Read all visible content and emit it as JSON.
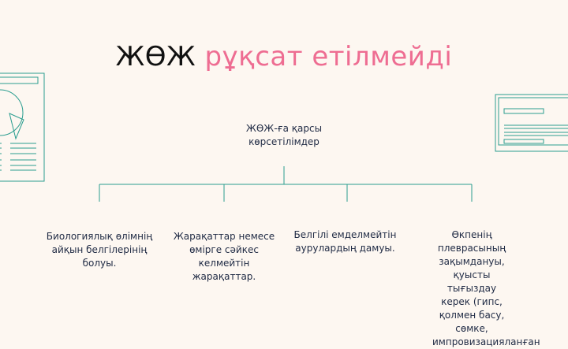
{
  "title": {
    "part1": "ЖӨЖ",
    "part2": "рұқсат етілмейді"
  },
  "colors": {
    "accent": "#2a9d8f",
    "title_highlight": "#ee6d92",
    "background": "#fdf7f1"
  },
  "diagram": {
    "root": "ЖӨЖ-ға қарсы көрсетілімдер",
    "children": [
      "Биологиялық өлімнің айқын белгілерінің болуы.",
      "Жарақаттар немесе өмірге сәйкес келмейтін жарақаттар.",
      "Белгілі емделмейтін аурулардың дамуы.",
      "Өкпенің плеврасының зақымдануы, қуысты тығыздау керек (гипс, қолмен басу, сөмке, импровизацияланған"
    ]
  },
  "icons": {
    "left": "document-chart-icon",
    "right": "monitor-icon"
  }
}
